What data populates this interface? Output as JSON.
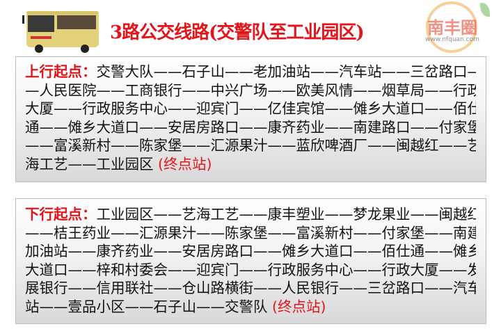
{
  "title": "3路公交线路(交警队至工业园区)",
  "upbound": {
    "label": "上行起点：",
    "lines": [
      "交警大队——石子山——老加油站——汽车站——三岔路口—",
      "—人民医院——工商银行——中兴广场——欧美风情——烟草局——行政",
      "大厦——行政服务中心——迎宾门——亿佳宾馆——傩乡大道口——佰仕",
      "通——傩乡大道口——安居房路口——康齐药业——南建路口——付家堡",
      "——富溪新村——陈家堡——汇源果汁——蓝欣啤酒厂——闽越红——艺",
      "海工艺——工业园区"
    ],
    "terminal": "(终点站)"
  },
  "downbound": {
    "label": "下行起点：",
    "lines": [
      "工业园区——艺海工艺——康丰塑业——梦龙果业——闽越红",
      "——桔王药业——汇源果汁——陈家堡——富溪新村——付家堡——南建",
      "加油站——康齐药业——安居房路口——傩乡大道口——佰仕通——傩乡",
      "大道口——梓和村委会——迎宾门——行政服务中心——行政大厦——发",
      "展银行——信用联社——仓山路横街——人民银行——三岔路口——汽车",
      "站——壹品小区——石子山——交警队"
    ],
    "terminal": "(终点站)"
  },
  "watermark": {
    "text": "南丰圈",
    "url": "www.nfquan.com"
  },
  "colors": {
    "accent": "#e2151b",
    "bus": "#e8d77a"
  }
}
